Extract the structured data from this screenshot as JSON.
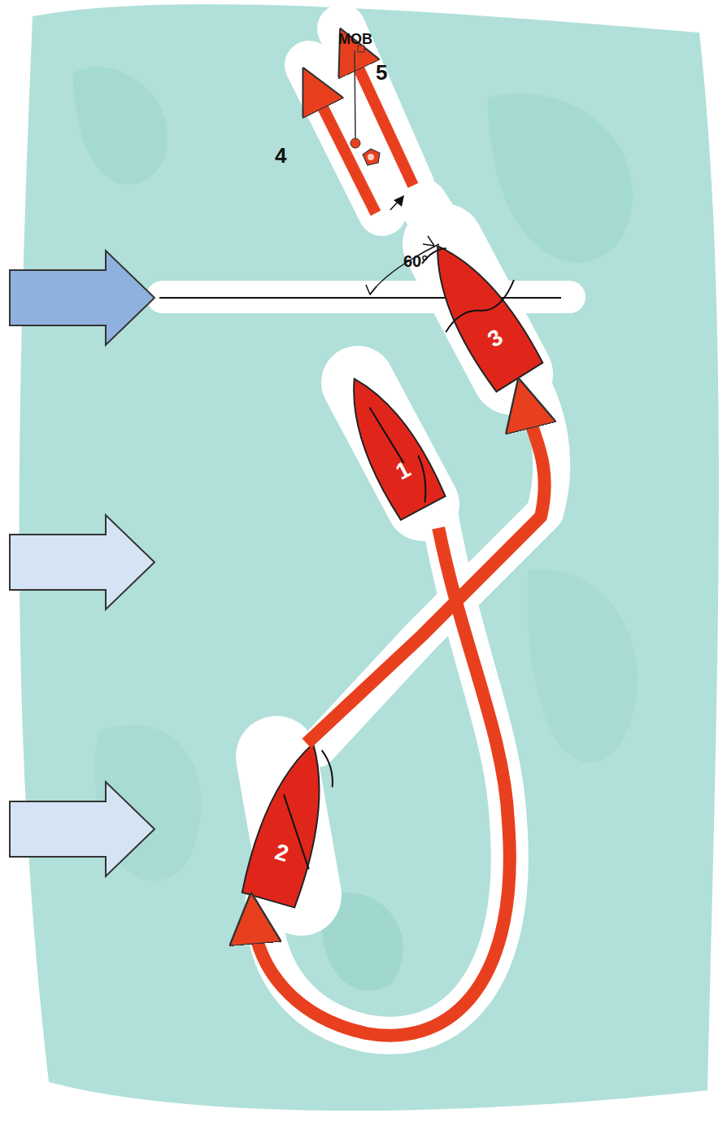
{
  "diagram": {
    "nodes": [
      {
        "text": [
          "1"
        ]
      },
      {
        "text": [
          "2"
        ]
      },
      {
        "text": [
          "3"
        ]
      }
    ],
    "edges": [
      {
        "from": 0,
        "to": 1,
        "arrow": "to"
      },
      {
        "from": 1,
        "to": 2,
        "arrow": "to"
      }
    ],
    "labels": [
      "MOB",
      "4",
      "5",
      "60°"
    ]
  }
}
